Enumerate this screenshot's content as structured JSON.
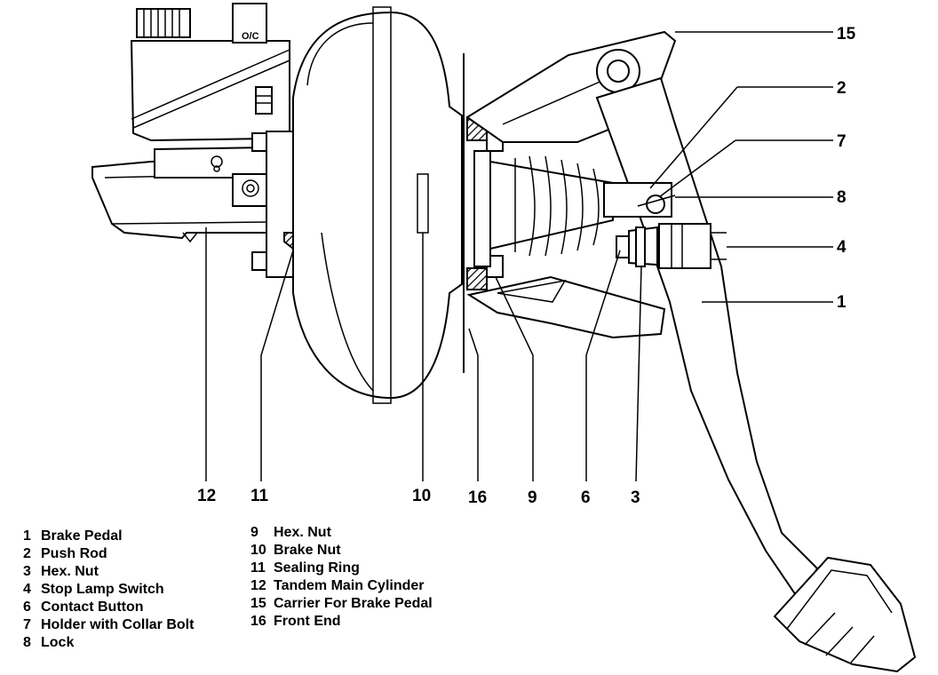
{
  "callouts": [
    "15",
    "2",
    "7",
    "8",
    "4",
    "1",
    "12",
    "11",
    "10",
    "16",
    "9",
    "6",
    "3"
  ],
  "legend_left": [
    {
      "num": "1",
      "text": "Brake Pedal"
    },
    {
      "num": "2",
      "text": "Push Rod"
    },
    {
      "num": "3",
      "text": "Hex. Nut"
    },
    {
      "num": "4",
      "text": "Stop Lamp Switch"
    },
    {
      "num": "6",
      "text": "Contact Button"
    },
    {
      "num": "7",
      "text": "Holder with Collar Bolt"
    },
    {
      "num": "8",
      "text": "Lock"
    }
  ],
  "legend_right": [
    {
      "num": "9",
      "text": "Hex. Nut"
    },
    {
      "num": "10",
      "text": "Brake Nut"
    },
    {
      "num": "11",
      "text": "Sealing Ring"
    },
    {
      "num": "12",
      "text": "Tandem Main Cylinder"
    },
    {
      "num": "15",
      "text": "Carrier For Brake Pedal"
    },
    {
      "num": "16",
      "text": "Front End"
    }
  ]
}
